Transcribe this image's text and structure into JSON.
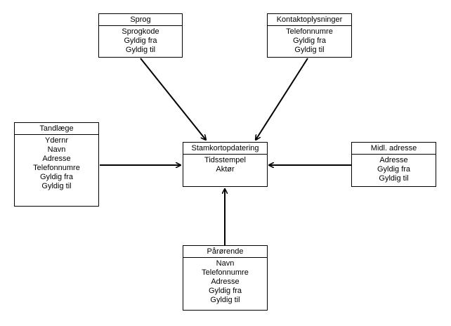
{
  "entities": {
    "sprog": {
      "title": "Sprog",
      "fields": [
        "Sprogkode",
        "Gyldig fra",
        "Gyldig til"
      ]
    },
    "kontaktoplysninger": {
      "title": "Kontaktoplysninger",
      "fields": [
        "Telefonnumre",
        "Gyldig fra",
        "Gyldig til"
      ]
    },
    "tandlaege": {
      "title": "Tandlæge",
      "fields": [
        "Ydernr",
        "Navn",
        "Adresse",
        "Telefonnumre",
        "Gyldig fra",
        "Gyldig til"
      ]
    },
    "stamkortopdatering": {
      "title": "Stamkortopdatering",
      "fields": [
        "Tidsstempel",
        "Aktør"
      ]
    },
    "midl_adresse": {
      "title": "Midl. adresse",
      "fields": [
        "Adresse",
        "Gyldig fra",
        "Gyldig til"
      ]
    },
    "parorende": {
      "title": "Pårørende",
      "fields": [
        "Navn",
        "Telefonnumre",
        "Adresse",
        "Gyldig fra",
        "Gyldig til"
      ]
    }
  },
  "relationships": [
    {
      "from": "sprog",
      "to": "stamkortopdatering"
    },
    {
      "from": "kontaktoplysninger",
      "to": "stamkortopdatering"
    },
    {
      "from": "tandlaege",
      "to": "stamkortopdatering"
    },
    {
      "from": "midl_adresse",
      "to": "stamkortopdatering"
    },
    {
      "from": "parorende",
      "to": "stamkortopdatering"
    }
  ],
  "colors": {
    "stroke": "#000000",
    "background": "#ffffff"
  }
}
